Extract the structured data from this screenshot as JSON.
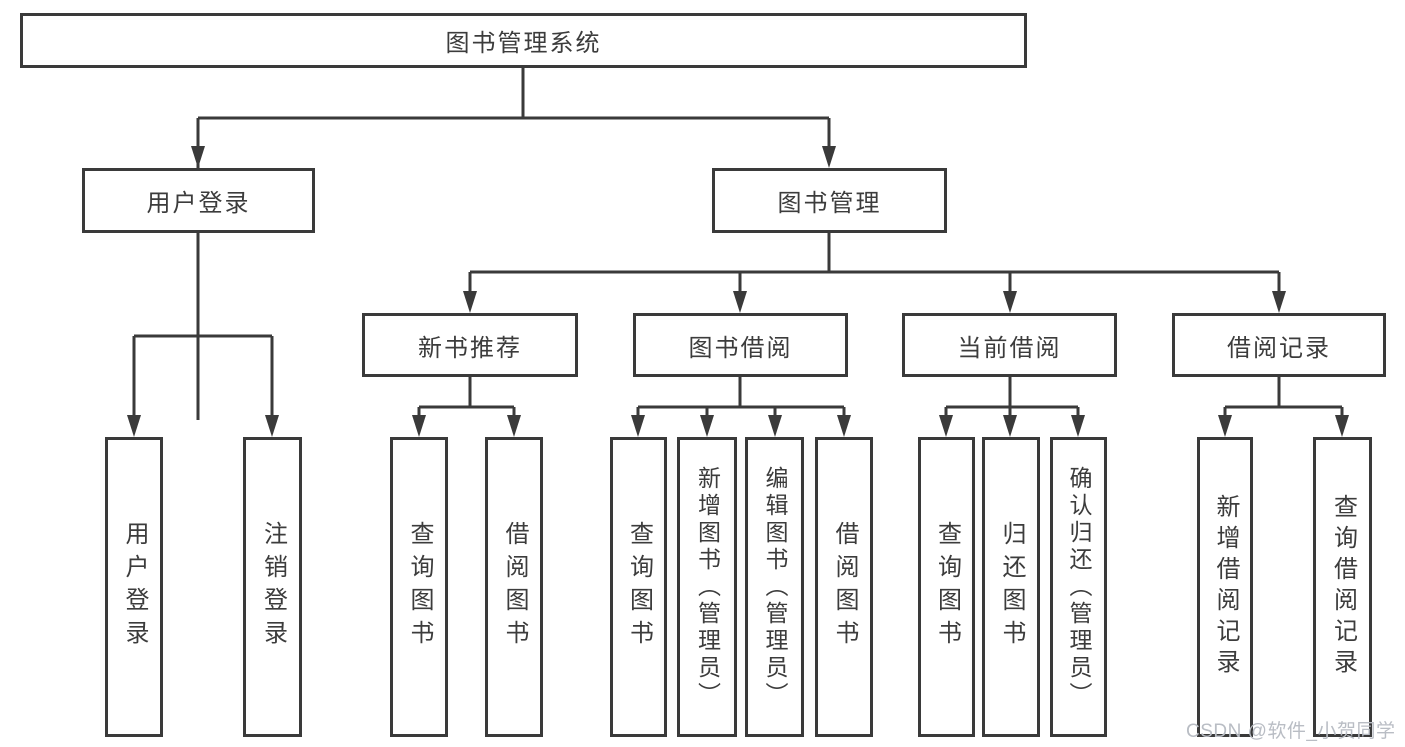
{
  "tree": {
    "root": "图书管理系统",
    "branches": [
      {
        "label": "用户登录",
        "children": [
          "用户登录",
          "注销登录"
        ]
      },
      {
        "label": "图书管理",
        "groups": [
          {
            "label": "新书推荐",
            "children": [
              "查询图书",
              "借阅图书"
            ]
          },
          {
            "label": "图书借阅",
            "children": [
              "查询图书",
              "新增图书（管理员）",
              "编辑图书（管理员）",
              "借阅图书"
            ]
          },
          {
            "label": "当前借阅",
            "children": [
              "查询图书",
              "归还图书",
              "确认归还（管理员）"
            ]
          },
          {
            "label": "借阅记录",
            "children": [
              "新增借阅记录",
              "查询借阅记录"
            ]
          }
        ]
      }
    ]
  },
  "watermark": {
    "text": "CSDN @软件_小贺同学"
  },
  "colors": {
    "line": "#3a3a3a",
    "box_border": "#3a3a3a",
    "text": "#3c3c3c",
    "watermark_text": "#b9bdc4",
    "background": "#ffffff"
  }
}
